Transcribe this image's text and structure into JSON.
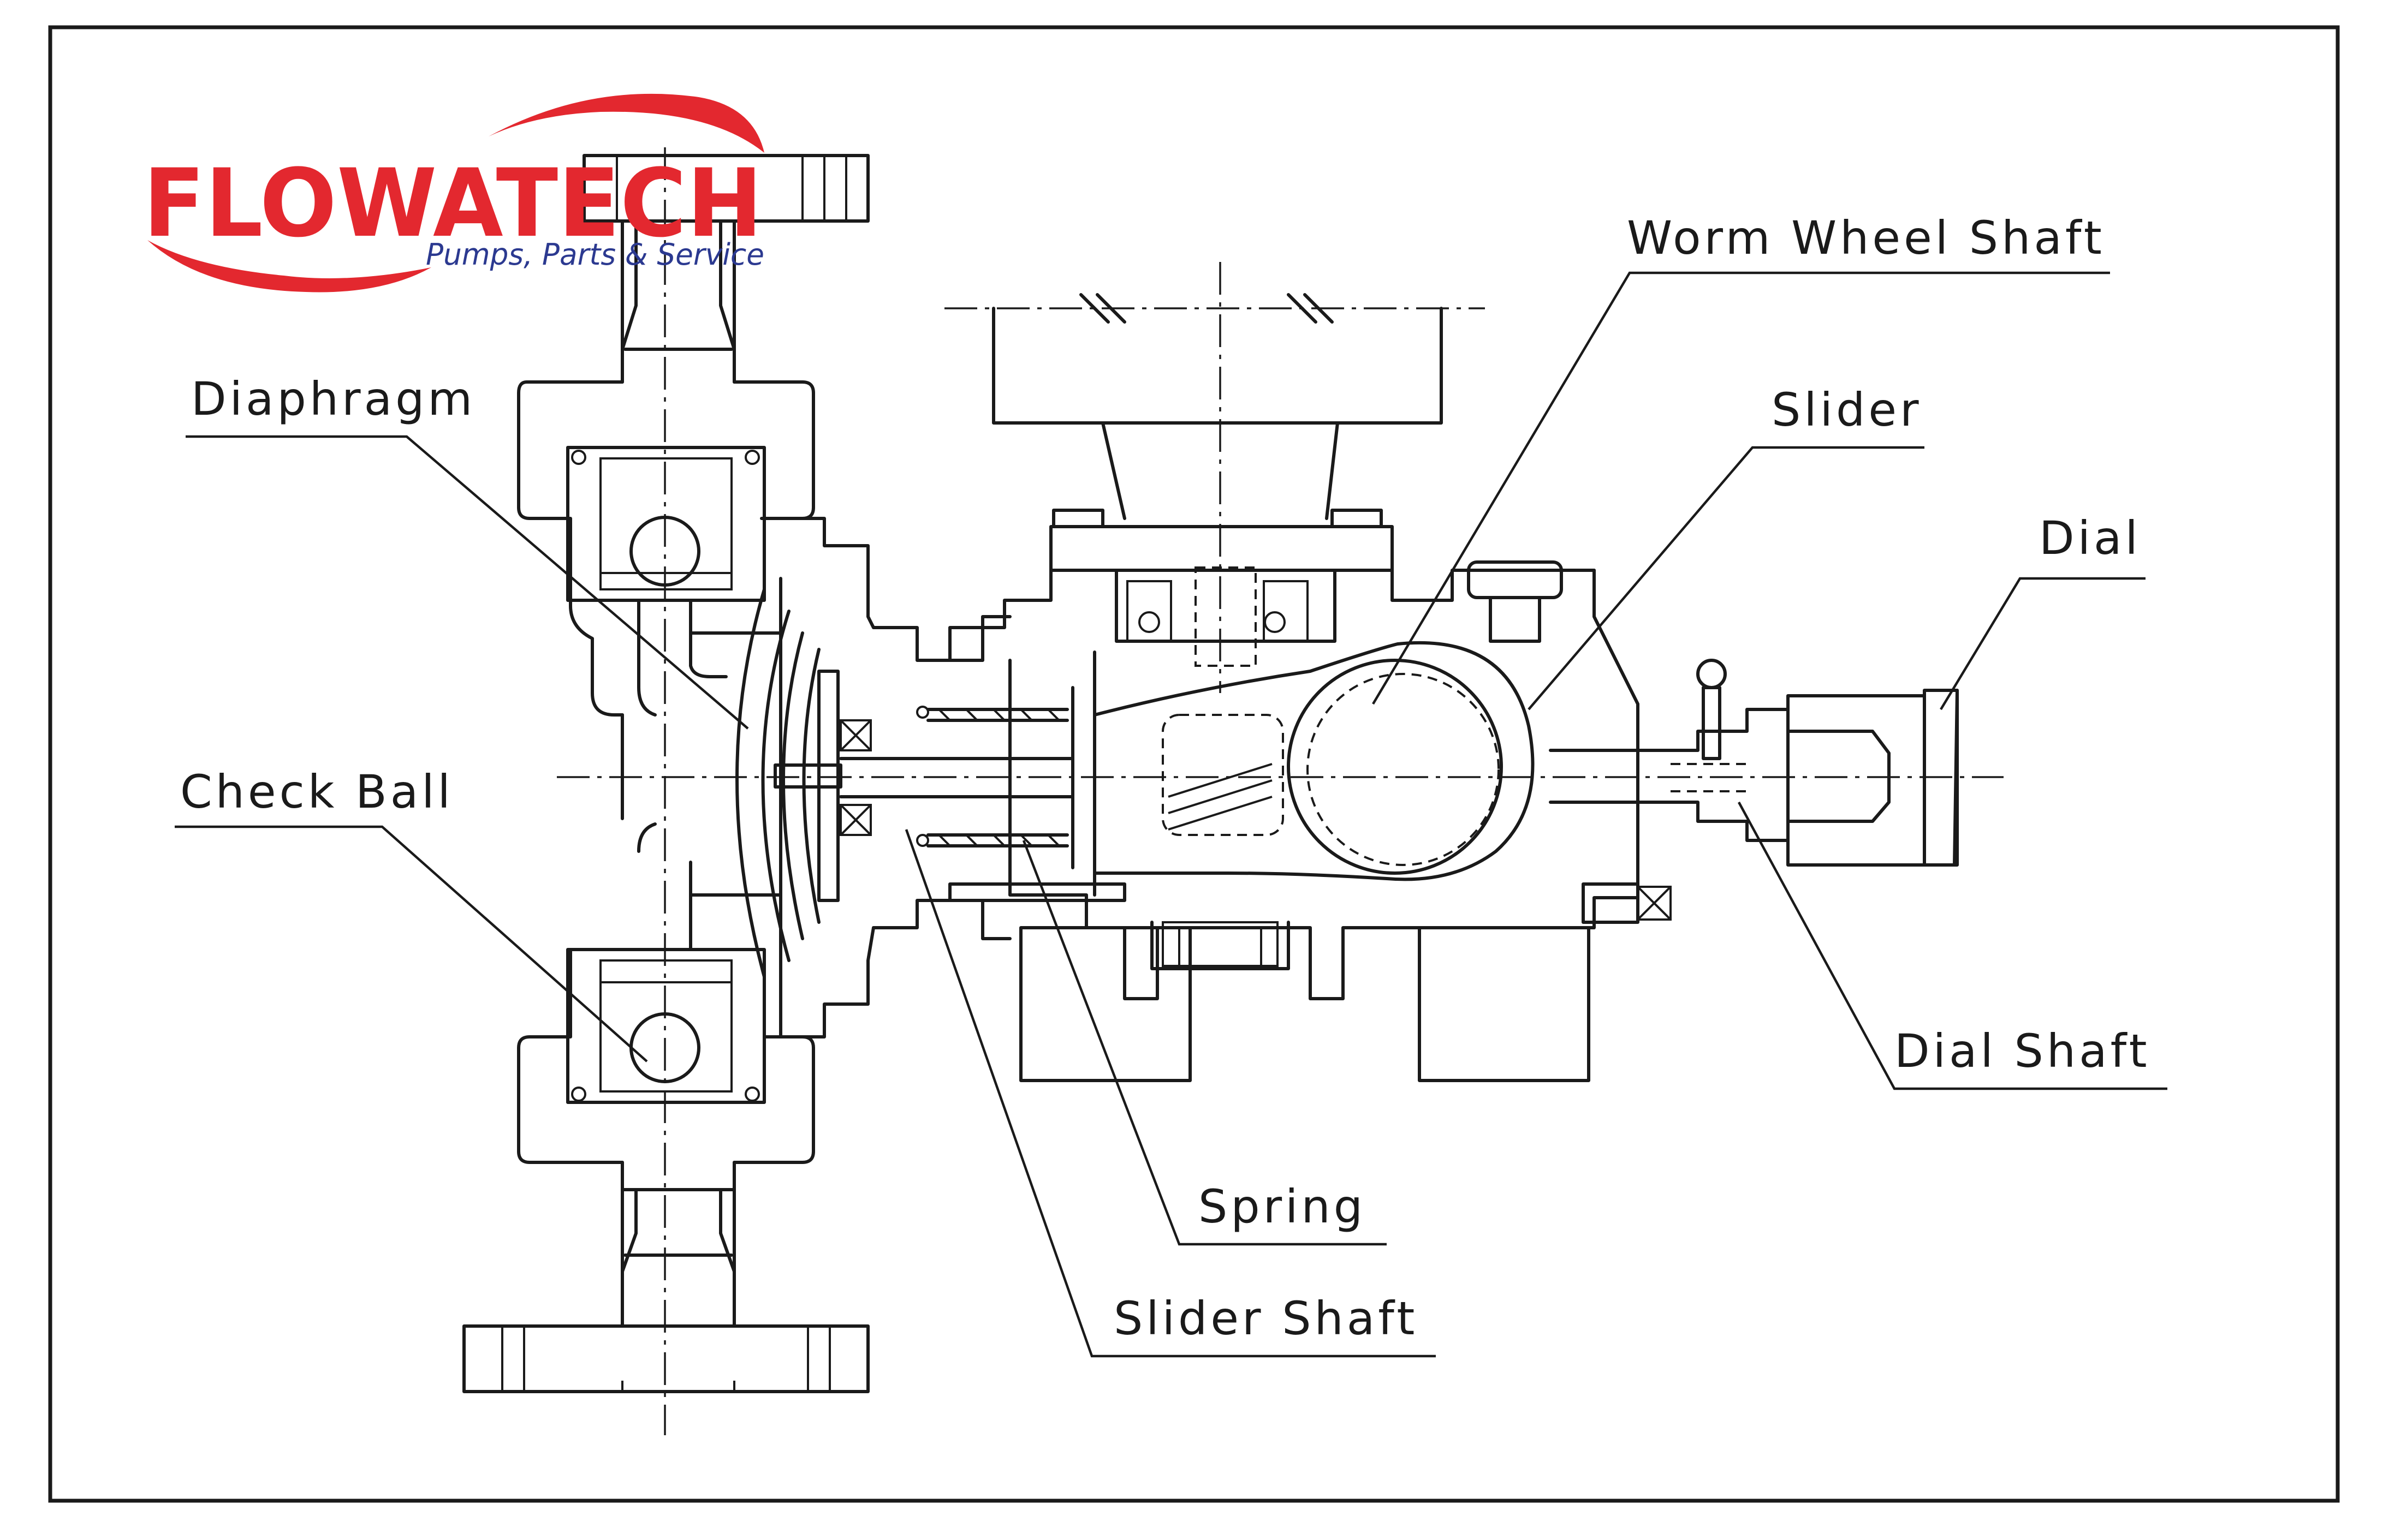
{
  "logo": {
    "name": "FLOWATECH",
    "tagline": "Pumps, Parts & Service",
    "primary_color": "#e3282f",
    "secondary_color": "#2b3990"
  },
  "labels": {
    "worm_wheel_shaft": "Worm Wheel Shaft",
    "slider": "Slider",
    "diaphragm": "Diaphragm",
    "dial": "Dial",
    "check_ball": "Check Ball",
    "dial_shaft": "Dial Shaft",
    "spring": "Spring",
    "slider_shaft": "Slider Shaft"
  },
  "colors": {
    "line": "#1a1a1a",
    "background": "#ffffff"
  }
}
